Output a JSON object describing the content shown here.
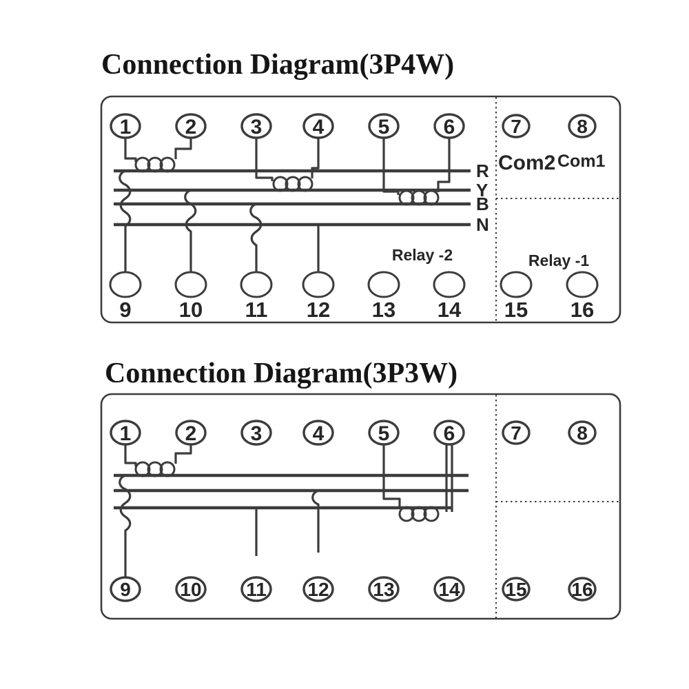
{
  "d1": {
    "title": "Connection Diagram(3P4W)",
    "top": [
      "1",
      "2",
      "3",
      "4",
      "5",
      "6"
    ],
    "right_top": [
      "7",
      "8"
    ],
    "bottom": [
      "9",
      "10",
      "11",
      "12",
      "13",
      "14",
      "15",
      "16"
    ],
    "phases": [
      "R",
      "Y",
      "B",
      "N"
    ],
    "com2": "Com2",
    "com1": "Com1",
    "relay_2": "Relay -2",
    "relay_1": "Relay -1"
  },
  "d2": {
    "title": "Connection Diagram(3P3W)",
    "top": [
      "1",
      "2",
      "3",
      "4",
      "5",
      "6"
    ],
    "right_top": [
      "7",
      "8"
    ],
    "bottom": [
      "9",
      "10",
      "11",
      "12",
      "13",
      "14",
      "15",
      "16"
    ]
  },
  "style": {
    "ink_color": "#3c3c3c",
    "background": "#ffffff"
  }
}
